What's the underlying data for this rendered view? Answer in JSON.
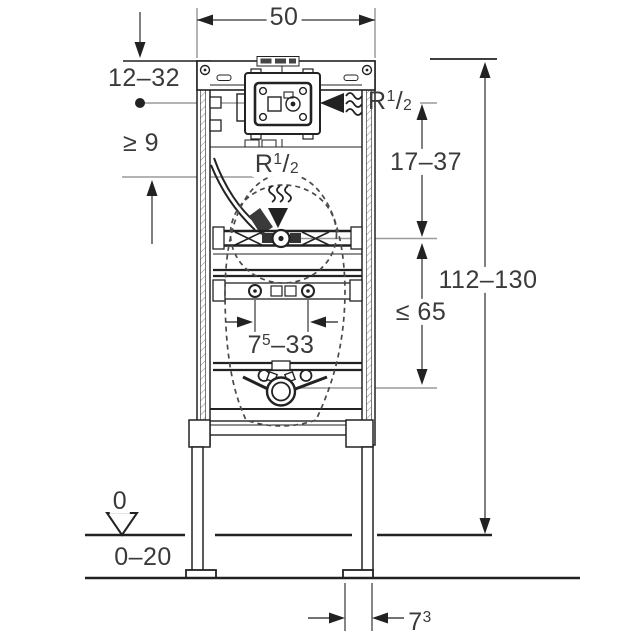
{
  "colors": {
    "background": "#ffffff",
    "line": "#222222",
    "reference_line": "#9a9a9a",
    "text": "#3a3a3a"
  },
  "labels": {
    "width_top": "50",
    "top_offset_range": "12–32",
    "min_clearance": "≥ 9",
    "supply_connection_top": {
      "base": "R",
      "sup": "1",
      "slash": "/",
      "den": "2"
    },
    "supply_connection_mid": {
      "base": "R",
      "sup": "1",
      "slash": "/",
      "den": "2"
    },
    "supply_height_range": "17–37",
    "frame_height_range": "112–130",
    "drain_max_height": "≤ 65",
    "fastening_distance": {
      "base": "7",
      "sup": "5",
      "rest": "–33"
    },
    "floor_datum": "0",
    "floor_buildup_range": "0–20",
    "foot_width": {
      "base": "7",
      "sup": "3"
    }
  }
}
